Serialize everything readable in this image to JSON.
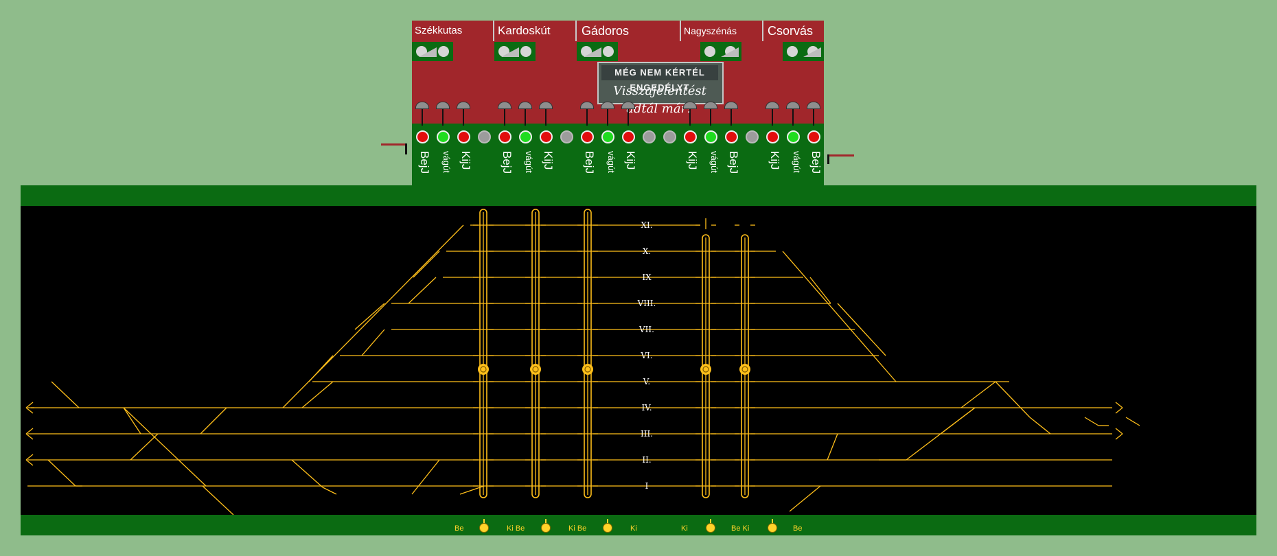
{
  "stations": [
    {
      "name": "Székkutas"
    },
    {
      "name": "Kardoskút"
    },
    {
      "name": "Gádoros"
    },
    {
      "name": "Nagyszénás"
    },
    {
      "name": "Csorvás"
    }
  ],
  "warning": {
    "line1": "MÉG NEM KÉRTÉL ENGEDÉLYT",
    "line2": "Visszajelentést adtál már?"
  },
  "lamps": [
    "red",
    "green",
    "red",
    "grey",
    "red",
    "green",
    "red",
    "grey",
    "red",
    "green",
    "red",
    "grey",
    "grey",
    "red",
    "green",
    "red",
    "grey",
    "red",
    "green",
    "red"
  ],
  "panel_labels": [
    {
      "text": "BejJ",
      "size": "big"
    },
    {
      "text": "vágút",
      "size": "small"
    },
    {
      "text": "KijJ",
      "size": "big"
    },
    {
      "text": "BejJ",
      "size": "big"
    },
    {
      "text": "vágút",
      "size": "small"
    },
    {
      "text": "KijJ",
      "size": "big"
    },
    {
      "text": "BejJ",
      "size": "big"
    },
    {
      "text": "vágút",
      "size": "small"
    },
    {
      "text": "KijJ",
      "size": "big"
    },
    {
      "text": "KijJ",
      "size": "big"
    },
    {
      "text": "vágút",
      "size": "small"
    },
    {
      "text": "BejJ",
      "size": "big"
    },
    {
      "text": "KijJ",
      "size": "big"
    },
    {
      "text": "vágút",
      "size": "small"
    },
    {
      "text": "BejJ",
      "size": "big"
    }
  ],
  "tracks": [
    "XI.",
    "X.",
    "IX",
    "VIII.",
    "VII.",
    "VI.",
    "V.",
    "IV.",
    "III.",
    "II.",
    "I"
  ],
  "bottom_labels": [
    {
      "text": "Be"
    },
    {
      "text": "Ki Be"
    },
    {
      "text": "Ki Be"
    },
    {
      "text": "Ki"
    },
    {
      "text": "Ki"
    },
    {
      "text": "Be Ki"
    },
    {
      "text": "Be"
    }
  ],
  "colors": {
    "background": "#8fbc8b",
    "panel_red": "#a1262b",
    "panel_green": "#0b6b12",
    "track": "#ffbf1a",
    "board": "#000000"
  }
}
